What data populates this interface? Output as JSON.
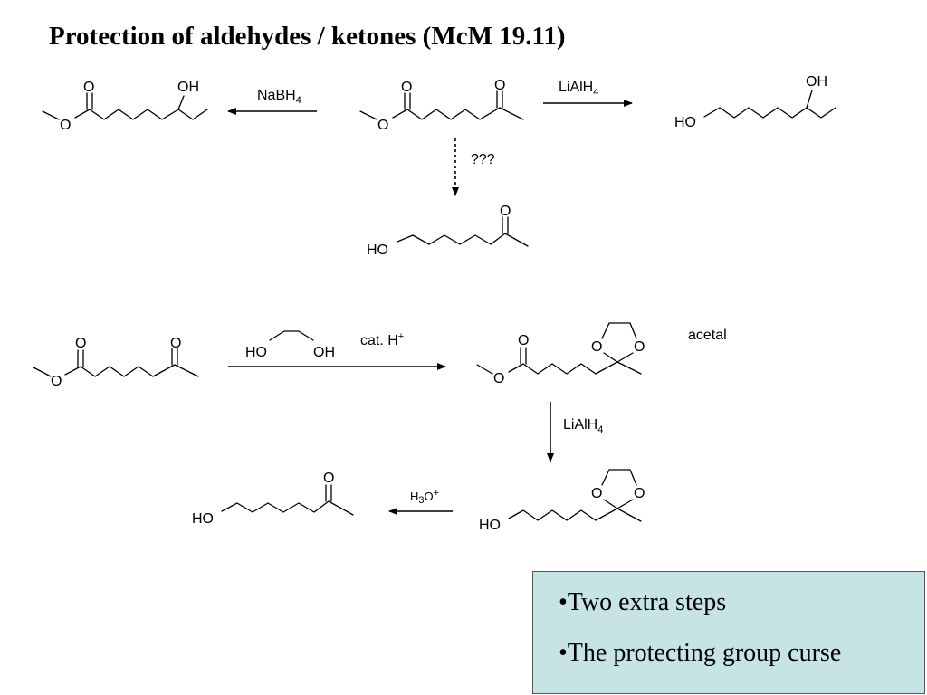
{
  "title": "Protection of aldehydes / ketones (McM 19.11)",
  "molecule_labels": {
    "O": "O",
    "OH": "OH",
    "HO": "HO"
  },
  "reagents": {
    "nabh4_main": "NaBH",
    "nabh4_sub": "4",
    "lialh4_main": "LiAlH",
    "lialh4_sub": "4",
    "unknown": "???",
    "cat_h_main": "cat. H",
    "cat_h_sup": "+",
    "h3o_h": "H",
    "h3o_sub": "3",
    "h3o_o": "O",
    "h3o_sup": "+"
  },
  "annotation": "acetal",
  "notes": [
    "•Two extra steps",
    "•The protecting group curse"
  ],
  "colors": {
    "note_box_bg": "#c6e3e5",
    "text": "#000000"
  }
}
